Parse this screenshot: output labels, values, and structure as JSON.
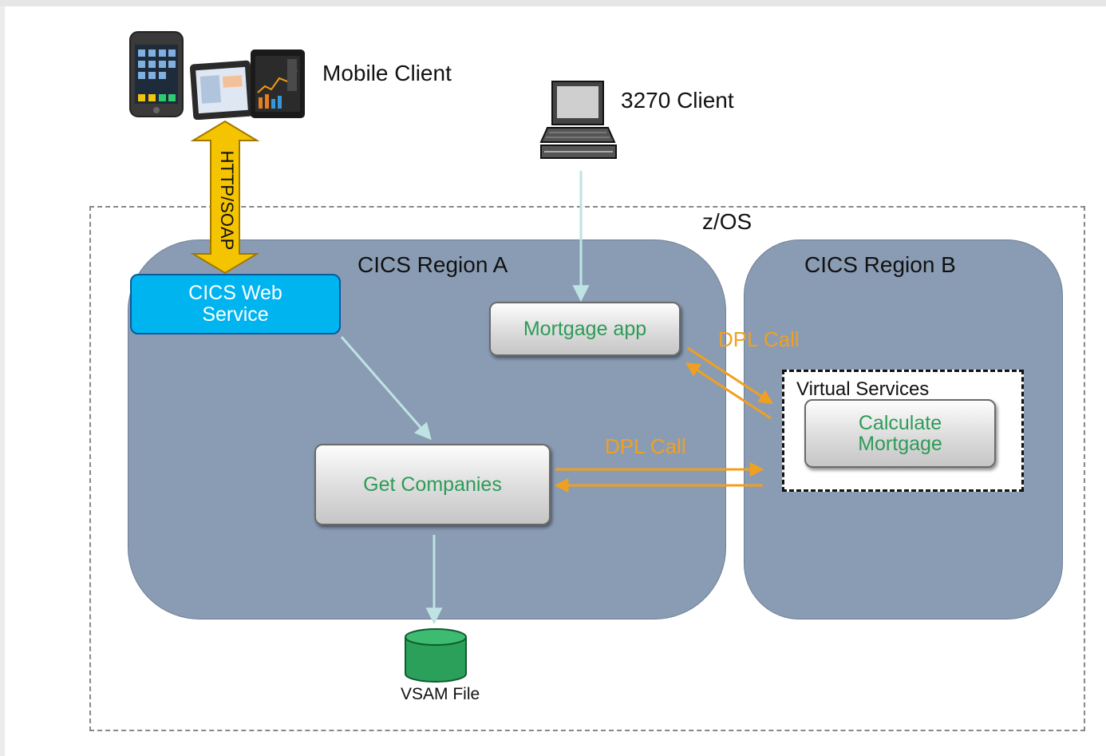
{
  "labels": {
    "mobile_client": "Mobile Client",
    "client_3270": "3270 Client",
    "zos": "z/OS",
    "region_a": "CICS Region A",
    "region_b": "CICS Region B",
    "web_service": "CICS Web Service",
    "http_soap": "HTTP/SOAP",
    "mortgage_app": "Mortgage app",
    "get_companies": "Get Companies",
    "virtual_services": "Virtual Services",
    "calculate_mortgage": "Calculate Mortgage",
    "dpl_call_upper": "DPL Call",
    "dpl_call_lower": "DPL Call",
    "vsam_file": "VSAM File"
  },
  "icons": [
    "smartphone-icon",
    "tablet-icon",
    "computer-terminal-icon",
    "database-cylinder-icon"
  ],
  "colors": {
    "region_fill": "#8a9cb4",
    "web_service_fill": "#00b4f0",
    "dpl_arrow": "#f0a020",
    "connector": "#bfe3e3",
    "http_arrow": "#f5c400",
    "component_text": "#2e9b58",
    "vsam_fill": "#2aa05a"
  }
}
